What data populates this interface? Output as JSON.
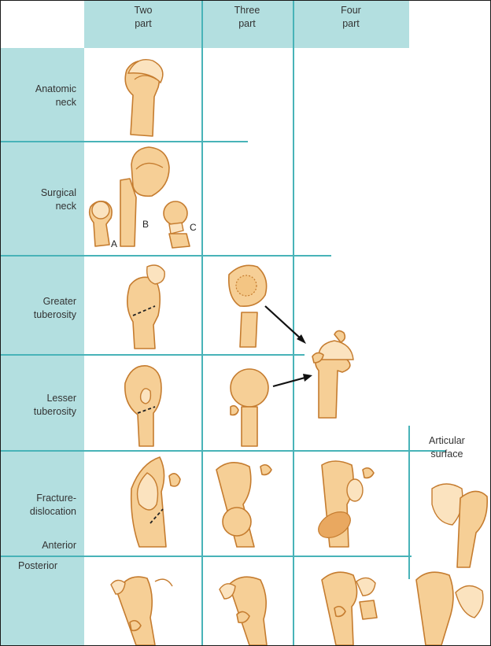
{
  "columns": [
    "Two\npart",
    "Three\npart",
    "Four\npart"
  ],
  "rows": {
    "anatomic_neck": "Anatomic\nneck",
    "surgical_neck": "Surgical\nneck",
    "greater_tuberosity": "Greater\ntuberosity",
    "lesser_tuberosity": "Lesser\ntuberosity",
    "fracture_dislocation": "Fracture-\ndislocation",
    "anterior": "Anterior",
    "posterior": "Posterior"
  },
  "articular_surface": "Articular\nsurface",
  "surgical_neck_letters": [
    "A",
    "B",
    "C"
  ],
  "colors": {
    "header_band": "#b3dfe0",
    "grid_line": "#48b3b8",
    "bone_fill": "#f6cf96",
    "bone_outline": "#c57c2f"
  }
}
